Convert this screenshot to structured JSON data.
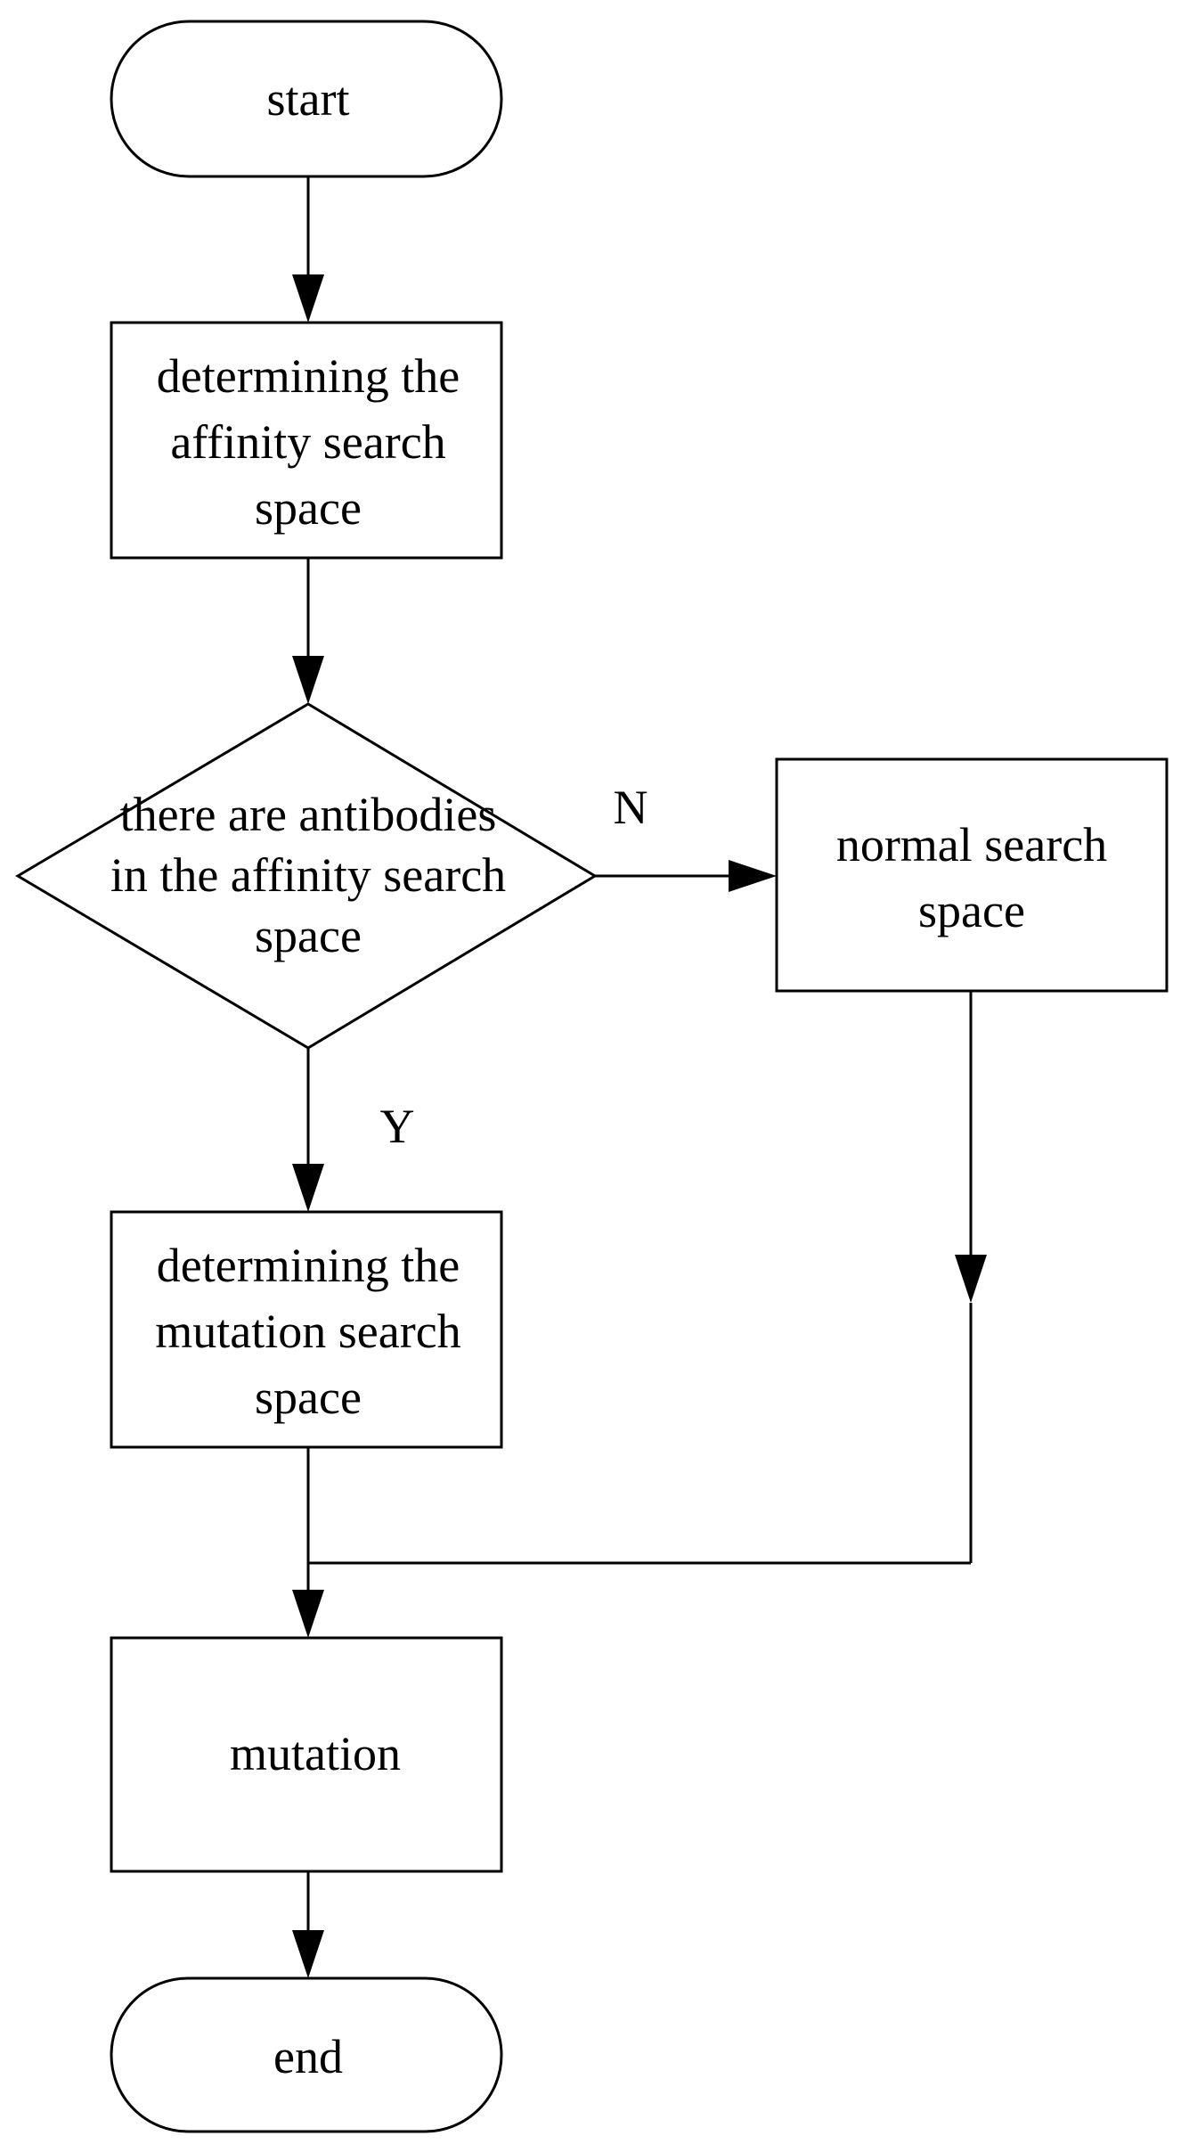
{
  "nodes": {
    "start": {
      "lines": [
        "start"
      ]
    },
    "affinity_space": {
      "lines": [
        "determining the",
        "affinity search",
        "space"
      ]
    },
    "decision": {
      "lines": [
        "there are antibodies",
        "in the affinity search",
        "space"
      ]
    },
    "normal_space": {
      "lines": [
        "normal search",
        "space"
      ]
    },
    "mutation_space": {
      "lines": [
        "determining the",
        "mutation search",
        "space"
      ]
    },
    "mutation": {
      "lines": [
        "mutation"
      ]
    },
    "end": {
      "lines": [
        "end"
      ]
    }
  },
  "edge_labels": {
    "no": "N",
    "yes": "Y"
  }
}
